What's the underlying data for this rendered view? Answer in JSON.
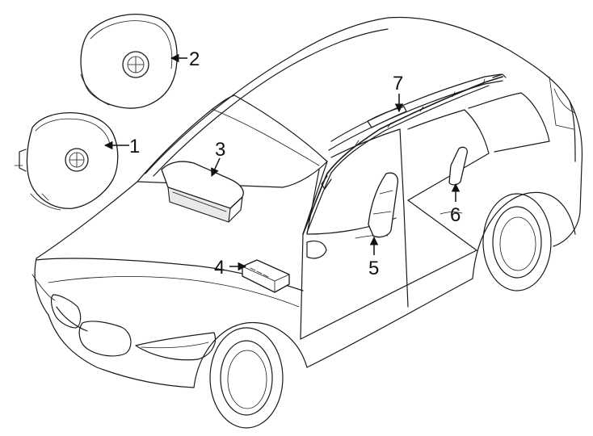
{
  "diagram": {
    "subject": "vehicle-airbag-components",
    "callouts": [
      {
        "id": "1",
        "label": "1",
        "part": "driver-airbag"
      },
      {
        "id": "2",
        "label": "2",
        "part": "steering-wheel-airbag-module"
      },
      {
        "id": "3",
        "label": "3",
        "part": "passenger-airbag"
      },
      {
        "id": "4",
        "label": "4",
        "part": "airbag-control-module"
      },
      {
        "id": "5",
        "label": "5",
        "part": "front-seat-side-airbag"
      },
      {
        "id": "6",
        "label": "6",
        "part": "rear-side-airbag"
      },
      {
        "id": "7",
        "label": "7",
        "part": "curtain-airbag"
      }
    ],
    "colors": {
      "line": "#1a1a1a",
      "background": "#ffffff",
      "label": "#111111"
    }
  }
}
